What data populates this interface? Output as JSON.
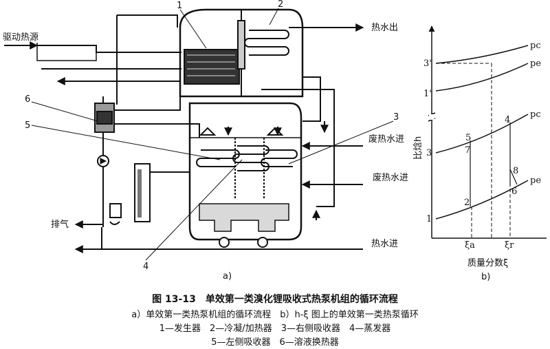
{
  "figure_a": {
    "source_label": "驱动热源",
    "hot_water_out": "热水出",
    "waste_heat_in_1": "废热水进",
    "waste_heat_in_2": "废热水进",
    "hot_water_in": "热水进",
    "exhaust": "排气",
    "sublabel": "a)",
    "callouts": [
      "1",
      "2",
      "3",
      "4",
      "5",
      "6"
    ]
  },
  "figure_b": {
    "y_axis_label": "比焓h",
    "x_axis_label": "质量分数ξ",
    "xi_a": "ξa",
    "xi_r": "ξr",
    "pc": "pc",
    "pe": "pe",
    "point_labels": [
      "1",
      "1'",
      "2",
      "3",
      "3'",
      "4",
      "5",
      "6",
      "7",
      "8"
    ],
    "sublabel": "b)"
  },
  "caption": {
    "title": "图 13-13　单效第一类溴化锂吸收式热泵机组的循环流程",
    "line1": "a）单效第一类热泵机组的循环流程　b）h-ξ 图上的单效第一类热泵循环",
    "line2": "1—发生器　2—冷凝/加热器　3—右侧吸收器　4—蒸发器",
    "line3": "5—左侧吸收器　6—溶液换热器"
  },
  "colors": {
    "line": "#111111",
    "fill_dark": "#333333",
    "fill_mid": "#9a9a9a",
    "fill_light": "#d9d9d9"
  }
}
